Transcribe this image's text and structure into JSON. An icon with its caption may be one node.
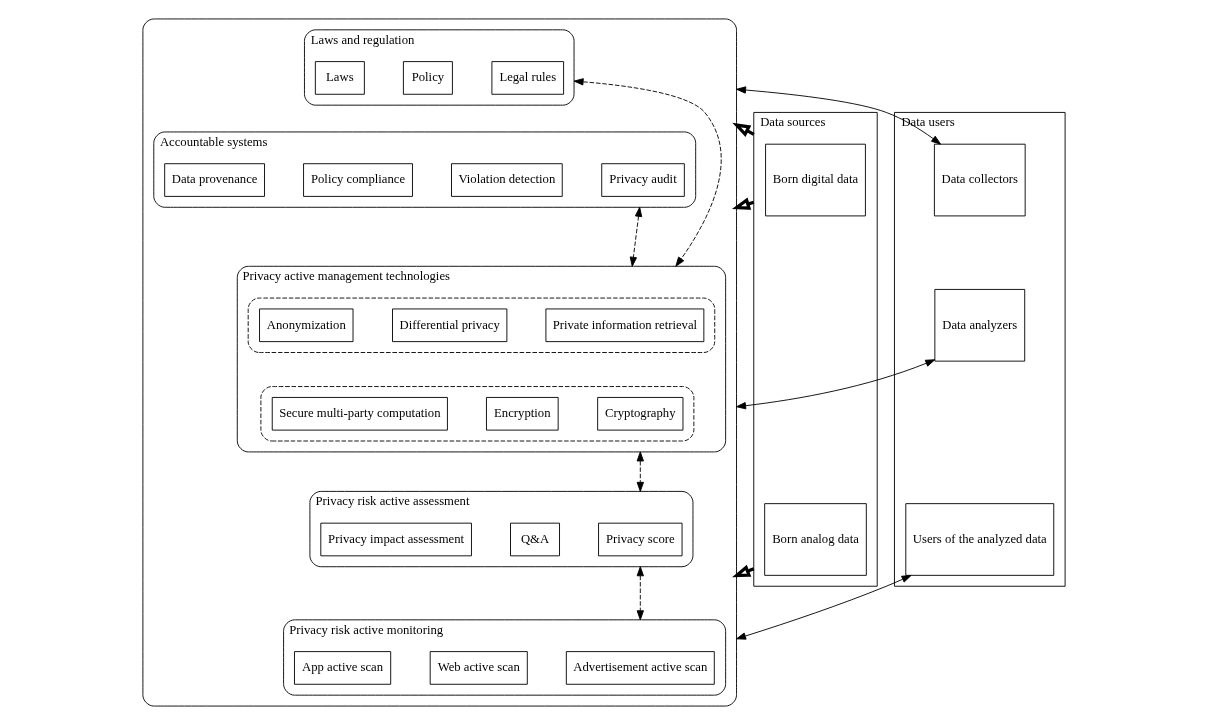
{
  "diagram": {
    "nodes": [
      {
        "text": [
          "Data sources"
        ]
      },
      {
        "text": [
          "Born digital data"
        ],
        "in": 0
      },
      {
        "text": [
          "Born analog data"
        ],
        "in": 0
      },
      {
        "text": [],
        "shape": "box"
      },
      {
        "text": [
          "Laws and regulation"
        ],
        "in": 3
      },
      {
        "text": [
          "Laws"
        ],
        "in": 4
      },
      {
        "text": [
          "Policy"
        ],
        "in": 4
      },
      {
        "text": [
          "Legal rules"
        ],
        "in": 4
      },
      {
        "text": [
          "Accountable systems"
        ],
        "in": 3
      },
      {
        "text": [
          "Data provenance"
        ],
        "in": 8
      },
      {
        "text": [
          "Policy compliance"
        ],
        "in": 8
      },
      {
        "text": [
          "Violation detection"
        ],
        "in": 8
      },
      {
        "text": [
          "Privacy audit"
        ],
        "in": 8
      },
      {
        "text": [
          "Privacy active management technologies"
        ],
        "in": 3
      },
      {
        "text": [],
        "shape": "box",
        "in": 13
      },
      {
        "text": [
          "Anonymization"
        ],
        "in": 14
      },
      {
        "text": [
          "Differential privacy"
        ],
        "in": 14
      },
      {
        "text": [
          "Private information retrieval"
        ],
        "in": 14
      },
      {
        "text": [],
        "shape": "box",
        "in": 13
      },
      {
        "text": [
          "Secure multi-party computation"
        ],
        "in": 18
      },
      {
        "text": [
          "Encryption"
        ],
        "in": 18
      },
      {
        "text": [
          "Cryptography"
        ],
        "in": 18
      },
      {
        "text": [
          "Privacy risk active assessment"
        ],
        "in": 3
      },
      {
        "text": [
          "Privacy impact assessment"
        ],
        "in": 22
      },
      {
        "text": [
          "Q&A"
        ],
        "in": 22
      },
      {
        "text": [
          "Privacy score"
        ],
        "in": 22
      },
      {
        "text": [
          "Privacy risk active monitoring"
        ],
        "in": 3
      },
      {
        "text": [
          "App active scan"
        ],
        "in": 26
      },
      {
        "text": [
          "Web active scan"
        ],
        "in": 26
      },
      {
        "text": [
          "Advertisement active scan"
        ],
        "in": 26
      },
      {
        "text": [
          "Data users"
        ]
      },
      {
        "text": [
          "Data collectors"
        ],
        "in": 30
      },
      {
        "text": [
          "Data analyzers"
        ],
        "in": 30
      },
      {
        "text": [
          "Users of the analyzed data"
        ],
        "in": 30
      }
    ],
    "edges": [
      {
        "from": 0,
        "to": 3,
        "arrow": "to",
        "style": "thick"
      },
      {
        "from": 0,
        "to": 3,
        "arrow": "to",
        "style": "thick"
      },
      {
        "from": 0,
        "to": 3,
        "arrow": "to",
        "style": "thick"
      },
      {
        "from": 4,
        "to": 13,
        "arrow": "both",
        "style": "dashed"
      },
      {
        "from": 8,
        "to": 13,
        "arrow": "both",
        "style": "dashed"
      },
      {
        "from": 13,
        "to": 22,
        "arrow": "both",
        "style": "dashed"
      },
      {
        "from": 22,
        "to": 26,
        "arrow": "both",
        "style": "dashed"
      },
      {
        "from": 3,
        "to": 31,
        "arrow": "both"
      },
      {
        "from": 3,
        "to": 32,
        "arrow": "both"
      },
      {
        "from": 3,
        "to": 33,
        "arrow": "both"
      }
    ]
  }
}
